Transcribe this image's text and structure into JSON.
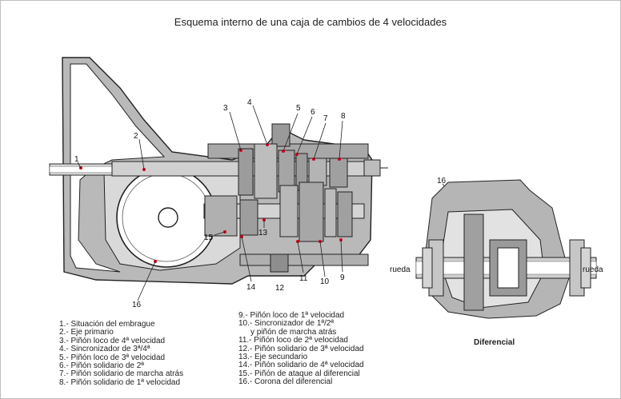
{
  "title": "Esquema interno de una caja de cambios de 4 velocidades",
  "callouts": [
    "1",
    "2",
    "3",
    "4",
    "5",
    "6",
    "7",
    "8",
    "9",
    "10",
    "11",
    "12",
    "13",
    "14",
    "15",
    "16"
  ],
  "diff_callout": "16",
  "diff_label": "Diferencial",
  "wheel_left": "rueda",
  "wheel_right": "rueda",
  "legend_left": [
    "1.- Situación del embrague",
    "2.- Eje primario",
    "3.- Piñón loco de 4ª velocidad",
    "4.- Sincronizador de 3ª/4ª",
    "5.- Piñón loco de 3ª velocidad",
    "6.- Piñón solidario de 2ª",
    "7.- Piñón solidario de marcha atrás",
    "8.- Piñón solidario de 1ª velocidad"
  ],
  "legend_right": [
    "9.- Piñón loco de 1ª velocidad",
    "10.- Sincronizador de 1ª/2ª",
    "y piñón de marcha atrás",
    "11.- Piñón loco de 2ª velocidad",
    "12.- Piñón solidario de 3ª velocidad",
    "13.- Eje secundario",
    "14.- Piñón solidario de 4ª velocidad",
    "15.- Piñón de ataque al diferencial",
    "16.- Corona del diferencial"
  ]
}
